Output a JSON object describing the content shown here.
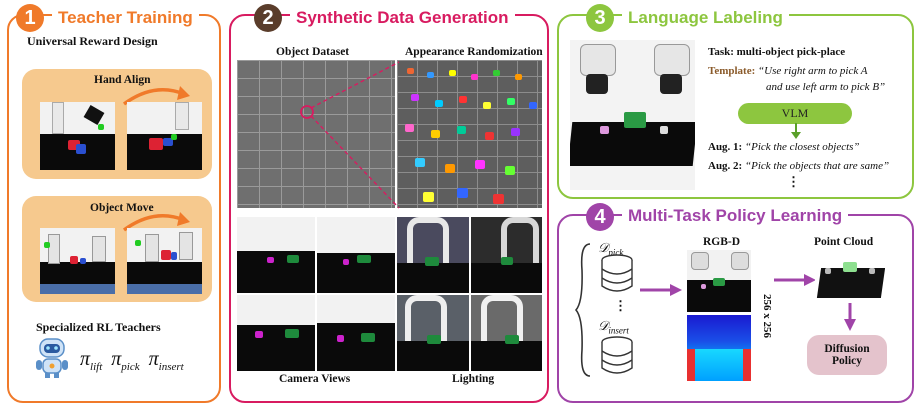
{
  "panel1": {
    "number": "1",
    "title": "Teacher Training",
    "subtitle": "Universal Reward Design",
    "card1_label": "Hand Align",
    "card2_label": "Object Move",
    "teachers_label": "Specialized RL Teachers",
    "pi_symbol": "π",
    "teachers": [
      "lift",
      "pick",
      "insert"
    ]
  },
  "panel2": {
    "number": "2",
    "title": "Synthetic Data Generation",
    "top_left_caption": "Object Dataset",
    "top_right_caption": "Appearance Randomization",
    "bottom_left_caption": "Camera Views",
    "bottom_right_caption": "Lighting"
  },
  "panel3": {
    "number": "3",
    "title": "Language Labeling",
    "task_label": "Task:",
    "task_value": "multi-object pick-place",
    "template_label": "Template:",
    "template_line1": "“Use right arm to pick A",
    "template_line2": "and use left arm to pick B”",
    "vlm_label": "VLM",
    "aug1_label": "Aug. 1:",
    "aug1_text": "“Pick the closest objects”",
    "aug2_label": "Aug. 2:",
    "aug2_text": "“Pick the objects that are same”",
    "ellipsis": "⋮"
  },
  "panel4": {
    "number": "4",
    "title": "Multi-Task Policy Learning",
    "d_symbol": "𝒟",
    "dataset_top": "pick",
    "dataset_bottom": "insert",
    "vdots": "⋮",
    "rgbd_label": "RGB-D",
    "resolution_label": "256 x 256",
    "pointcloud_label": "Point Cloud",
    "policy_line1": "Diffusion",
    "policy_line2": "Policy"
  },
  "colors": {
    "orange": "#f07a2a",
    "magenta": "#d81b60",
    "green": "#8dc63f",
    "purple": "#a044a8",
    "card_fill": "#f6c98e",
    "vlm_fill": "#8dc63f",
    "policy_fill": "#e4c3cc"
  }
}
